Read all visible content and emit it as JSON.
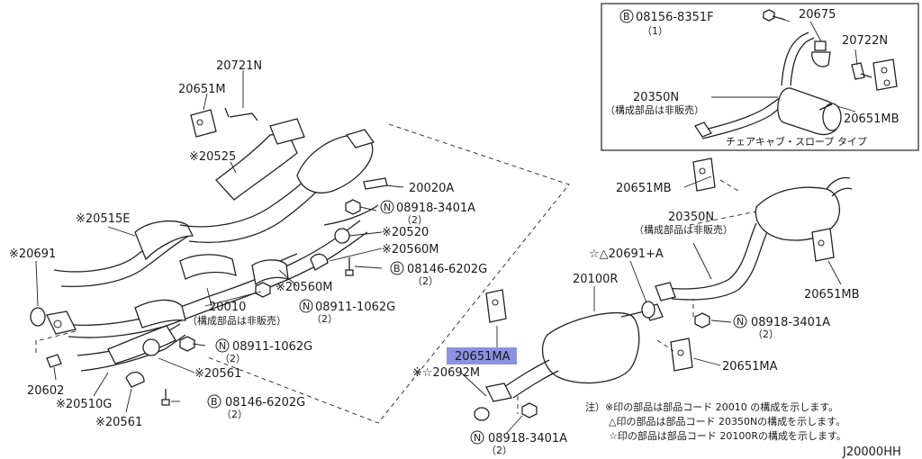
{
  "inset": {
    "caption": "チェアキャブ・スロープ タイプ",
    "labels": {
      "bolt": "08156-8351F",
      "bolt_qty": "（1）",
      "clamp": "20675",
      "mount": "20722N",
      "tail": "20350N",
      "tail_note": "（構成部品は非販売）",
      "hanger": "20651MB"
    }
  },
  "labels": {
    "p20721N": "20721N",
    "p20651M": "20651M",
    "p20525": "※20525",
    "p20515E": "※20515E",
    "p20691": "※20691",
    "p20020A": "20020A",
    "n1": "08918-3401A",
    "n1_qty": "（2）",
    "p20520": "※20520",
    "p20560M_a": "※20560M",
    "b1": "08146-6202G",
    "b1_qty": "（2）",
    "p20560M_b": "※20560M",
    "p20010": "20010",
    "p20010_note": "（構成部品は非販売）",
    "n2": "08911-1062G",
    "n2_qty": "（2）",
    "n3": "08911-1062G",
    "n3_qty": "（2）",
    "p20561_a": "※20561",
    "p20602": "20602",
    "p20510G": "※20510G",
    "p20561_b": "※20561",
    "b2": "08146-6202G",
    "b2_qty": "（2）",
    "p20651MB_a": "20651MB",
    "p20350N": "20350N",
    "p20350N_note": "（構成部品は非販売）",
    "p20691A": "☆△20691+A",
    "p20100R": "20100R",
    "p20651MB_b": "20651MB",
    "n4": "08918-3401A",
    "n4_qty": "（2）",
    "p20651MA_hl": "20651MA",
    "p20651MA": "20651MA",
    "p20692M": "※☆20692M",
    "n5": "08918-3401A",
    "n5_qty": "（2）"
  },
  "notes": [
    "注）※印の部品は部品コード 20010 の構成を示します。",
    "△印の部品は部品コード 20350Nの構成を示します。",
    "☆印の部品は部品コード 20100Rの構成を示します。"
  ],
  "diagram_code": "J20000HH",
  "markers": {
    "N": "N",
    "B": "B"
  },
  "colors": {
    "highlight": "#8c91e0",
    "line": "#222222"
  }
}
